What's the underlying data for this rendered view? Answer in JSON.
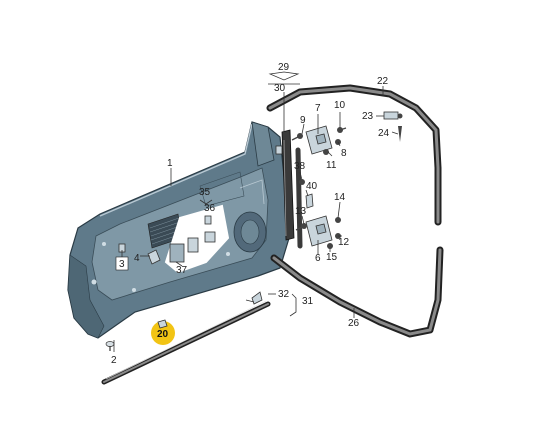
{
  "diagram": {
    "highlight_color": "#f2c414",
    "door_color": "#5f7a8a",
    "callouts": {
      "c1": "1",
      "c2": "2",
      "c3": "3",
      "c4": "4",
      "c6": "6",
      "c7": "7",
      "c8": "8",
      "c9": "9",
      "c10": "10",
      "c11": "11",
      "c12": "12",
      "c13": "13",
      "c14": "14",
      "c15": "15",
      "c20": "20",
      "c22": "22",
      "c23": "23",
      "c24": "24",
      "c26": "26",
      "c29": "29",
      "c30": "30",
      "c31": "31",
      "c32": "32",
      "c35": "35",
      "c36": "36",
      "c37": "37",
      "c38": "38",
      "c40": "40"
    },
    "highlighted_part": "20"
  }
}
